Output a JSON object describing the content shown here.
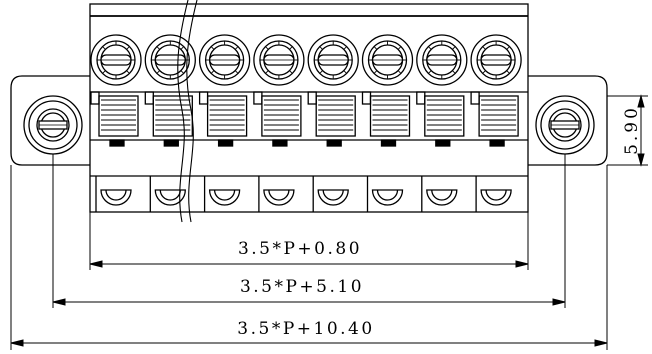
{
  "drawing": {
    "pin_count": 8,
    "dimensions": {
      "inner": "3.5*P+0.80",
      "middle": "3.5*P+5.10",
      "outer": "3.5*P+10.40",
      "height": "5.90"
    }
  }
}
